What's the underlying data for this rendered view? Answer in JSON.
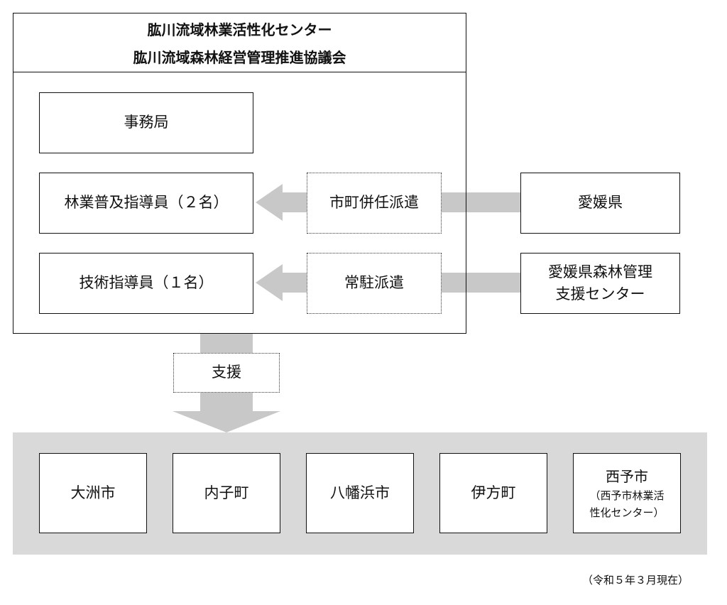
{
  "center": {
    "title_line1": "肱川流域林業活性化センター",
    "title_line2": "肱川流域森林経営管理推進協議会"
  },
  "inner": {
    "secretariat": "事務局",
    "forestry_advisor": "林業普及指導員（２名）",
    "technical_advisor": "技術指導員（１名）"
  },
  "links": {
    "concurrent_dispatch": "市町併任派遣",
    "resident_dispatch": "常駐派遣",
    "support": "支援"
  },
  "external": {
    "ehime_pref": "愛媛県",
    "forest_center_line1": "愛媛県森林管理",
    "forest_center_line2": "支援センター"
  },
  "municipalities": {
    "ozu": "大洲市",
    "uchiko": "内子町",
    "yawatahama": "八幡浜市",
    "ikata": "伊方町",
    "seiyo": "西予市",
    "seiyo_sub_line1": "（西予市林業活",
    "seiyo_sub_line2": "性化センター）"
  },
  "footnote": "（令和５年３月現在）",
  "colors": {
    "line": "#111111",
    "arrow_gray": "#c8c8c8",
    "band_gray": "#d9d9d9"
  }
}
